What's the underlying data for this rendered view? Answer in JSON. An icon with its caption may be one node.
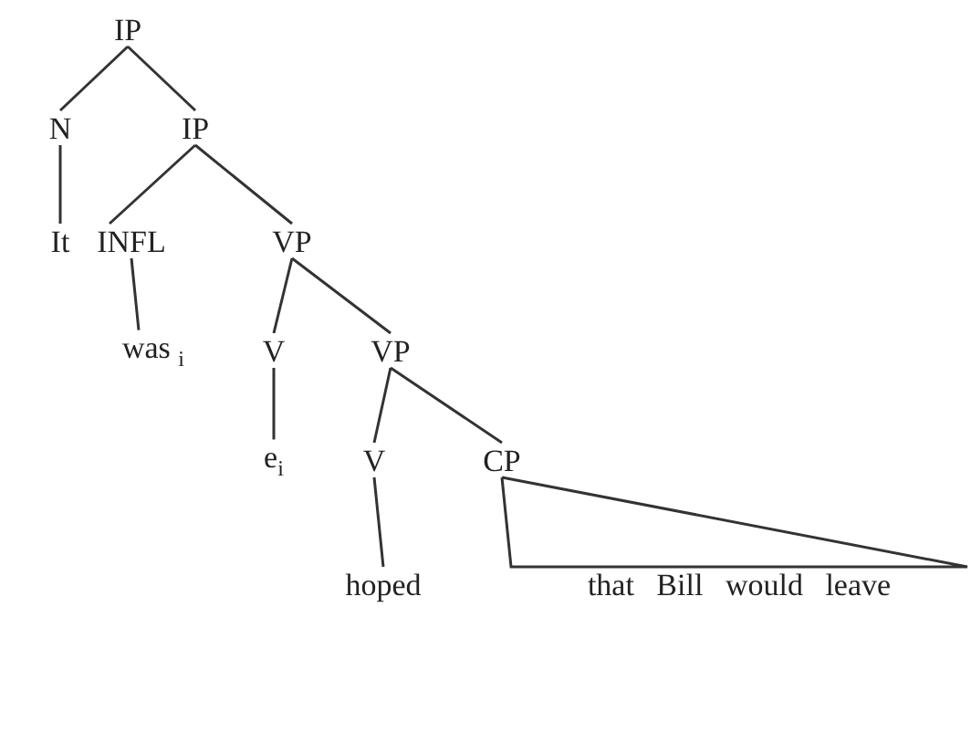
{
  "diagram": {
    "nodes": [
      {
        "text": [
          "IP"
        ]
      },
      {
        "text": [
          "N"
        ]
      },
      {
        "text": [
          "IP"
        ]
      },
      {
        "text": [
          "It"
        ]
      },
      {
        "text": [
          "INFL"
        ]
      },
      {
        "text": [
          "VP"
        ]
      },
      {
        "text": [
          "was $_{i}$"
        ]
      },
      {
        "text": [
          "V"
        ]
      },
      {
        "text": [
          "VP"
        ]
      },
      {
        "text": [
          "e$_{i}$"
        ]
      },
      {
        "text": [
          "V"
        ]
      },
      {
        "text": [
          "CP"
        ]
      },
      {
        "text": [
          "hoped"
        ]
      },
      {
        "text": [
          "that Bill would leave"
        ]
      }
    ],
    "edges": [
      {
        "from": 0,
        "to": 1,
        "arrow": "none"
      },
      {
        "from": 0,
        "to": 2,
        "arrow": "none"
      },
      {
        "from": 1,
        "to": 3,
        "arrow": "none"
      },
      {
        "from": 2,
        "to": 4,
        "arrow": "none"
      },
      {
        "from": 2,
        "to": 5,
        "arrow": "none"
      },
      {
        "from": 4,
        "to": 6,
        "arrow": "none"
      },
      {
        "from": 5,
        "to": 7,
        "arrow": "none"
      },
      {
        "from": 5,
        "to": 8,
        "arrow": "none"
      },
      {
        "from": 7,
        "to": 9,
        "arrow": "none"
      },
      {
        "from": 8,
        "to": 10,
        "arrow": "none"
      },
      {
        "from": 8,
        "to": 11,
        "arrow": "none"
      },
      {
        "from": 10,
        "to": 12,
        "arrow": "none"
      },
      {
        "from": 11,
        "to": 13,
        "arrow": "none"
      }
    ]
  }
}
